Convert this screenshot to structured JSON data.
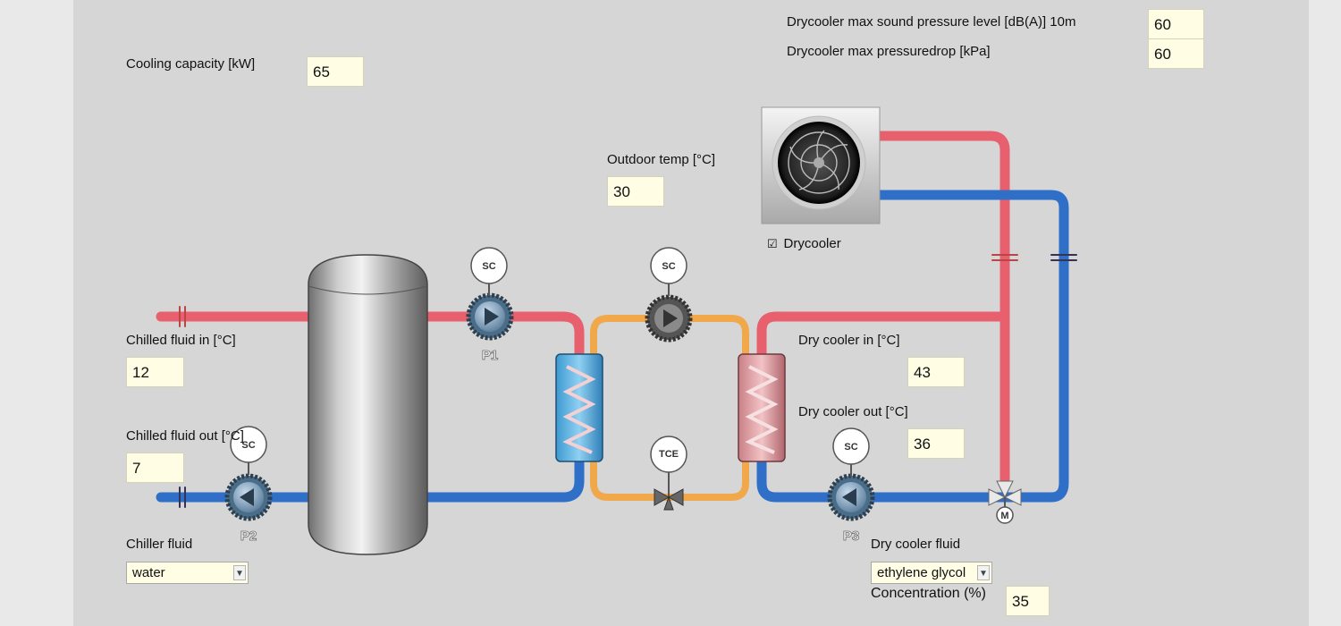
{
  "inputs": {
    "cooling_capacity": {
      "label": "Cooling capacity [kW]",
      "value": "65"
    },
    "drycooler_sound": {
      "label": "Drycooler max sound pressure level [dB(A)] 10m",
      "value": "60"
    },
    "drycooler_pressuredrop": {
      "label": "Drycooler max pressuredrop [kPa]",
      "value": "60"
    },
    "outdoor_temp": {
      "label": "Outdoor temp [°C]",
      "value": "30"
    },
    "chilled_in": {
      "label": "Chilled fluid in [°C]",
      "value": "12"
    },
    "chilled_out": {
      "label": "Chilled fluid out [°C]",
      "value": "7"
    },
    "dry_in": {
      "label": "Dry cooler in [°C]",
      "value": "43"
    },
    "dry_out": {
      "label": "Dry cooler out [°C]",
      "value": "36"
    },
    "concentration": {
      "label": "Concentration (%)",
      "value": "35"
    }
  },
  "selects": {
    "chiller_fluid": {
      "label": "Chiller fluid",
      "value": "water"
    },
    "dry_cooler_fluid": {
      "label": "Dry cooler fluid",
      "value": "ethylene glycol"
    }
  },
  "drycooler_checkbox": {
    "label": "Drycooler",
    "checked": true,
    "glyph": "☑"
  },
  "schematic": {
    "pumps": {
      "p1": "P1",
      "p2": "P2",
      "p3": "P3"
    },
    "sensor_sc": "SC",
    "sensor_tce": "TCE",
    "motor": "M"
  },
  "colors": {
    "hot_pipe": "#e8606e",
    "cold_pipe": "#2f6fc8",
    "mid_pipe": "#f0a84a",
    "field_bg": "#fffde3"
  }
}
